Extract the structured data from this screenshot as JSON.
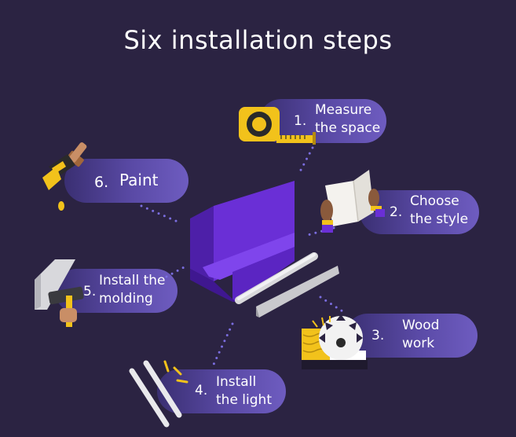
{
  "title": "Six installation steps",
  "steps": [
    {
      "number": "1.",
      "line1": "Measure",
      "line2": "the space",
      "icon": "tape-measure-icon"
    },
    {
      "number": "2.",
      "line1": "Choose",
      "line2": "the style",
      "icon": "catalog-hands-icon"
    },
    {
      "number": "3.",
      "line1": "Wood",
      "line2": "work",
      "icon": "circular-saw-icon"
    },
    {
      "number": "4.",
      "line1": "Install",
      "line2": "the light",
      "icon": "light-tubes-icon"
    },
    {
      "number": "5.",
      "line1": "Install the",
      "line2": "molding",
      "icon": "hammer-icon"
    },
    {
      "number": "6.",
      "line1": "Paint",
      "line2": "",
      "icon": "paint-brush-icon"
    }
  ],
  "colors": {
    "background": "#2b2342",
    "pill_start": "#3a2f72",
    "pill_end": "#6e5cc0",
    "accent_purple": "#6a2fd6",
    "connector": "#7b6ee0",
    "yellow": "#f2c21b"
  }
}
